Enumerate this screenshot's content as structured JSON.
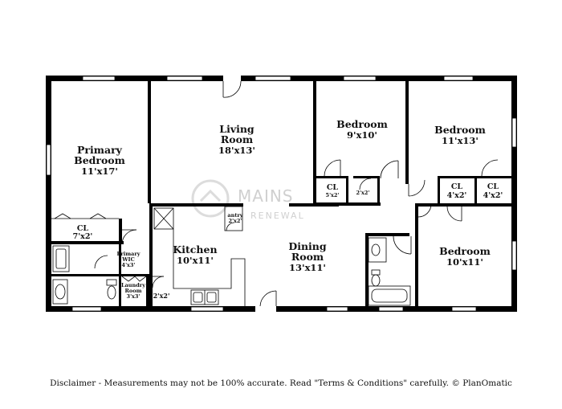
{
  "rooms": {
    "primary_bedroom": {
      "name_line1": "Primary",
      "name_line2": "Bedroom",
      "dims": "11'x17'"
    },
    "living_room": {
      "name_line1": "Living",
      "name_line2": "Room",
      "dims": "18'x13'"
    },
    "bedroom_1": {
      "name": "Bedroom",
      "dims": "9'x10'"
    },
    "bedroom_2": {
      "name": "Bedroom",
      "dims": "11'x13'"
    },
    "bedroom_3": {
      "name": "Bedroom",
      "dims": "10'x11'"
    },
    "kitchen": {
      "name": "Kitchen",
      "dims": "10'x11'"
    },
    "dining_room": {
      "name_line1": "Dining",
      "name_line2": "Room",
      "dims": "13'x11'"
    },
    "primary_closet": {
      "name": "CL",
      "dims": "7'x2'"
    },
    "primary_wic": {
      "name_line1": "Primary",
      "name_line2": "WIC",
      "dims": "4'x3'"
    },
    "laundry_room": {
      "name_line1": "Laundry",
      "name_line2": "Room",
      "dims": "3'x3'"
    },
    "small_closet": {
      "dims": "2'x2'"
    },
    "pantry": {
      "name": "antry",
      "dims": "2'x2'"
    },
    "closet_bed1": {
      "name": "CL",
      "dims": "5'x2'"
    },
    "closet_hall": {
      "dims": "2'x2'"
    },
    "closet_bed2a": {
      "name": "CL",
      "dims": "4'x2'"
    },
    "closet_bed2b": {
      "name": "CL",
      "dims": "4'x2'"
    }
  },
  "watermark": {
    "line1": "MAINS",
    "line2": "RENEWAL"
  },
  "disclaimer": "Disclaimer - Measurements may not be 100% accurate. Read \"Terms & Conditions\" carefully. © PlanOmatic"
}
